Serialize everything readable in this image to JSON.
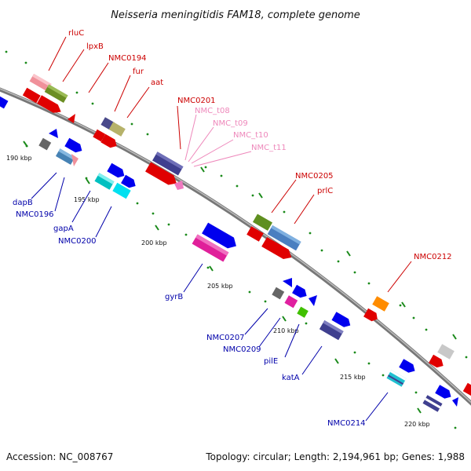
{
  "title": "Neisseria meningitidis FAM18, complete genome",
  "footer": {
    "accession": "Accession: NC_008767",
    "summary": "Topology: circular; Length: 2,194,961 bp; Genes: 1,988"
  },
  "colors": {
    "backbone": "#888888",
    "tick": "#1a8a1a",
    "upper_label": "#cc0000",
    "upper_label_trna": "#ee88bb",
    "lower_label": "#0000aa"
  },
  "ticks": [
    "190 kbp",
    "195 kbp",
    "200 kbp",
    "205 kbp",
    "210 kbp",
    "215 kbp",
    "220 kbp"
  ],
  "gene_labels_upper": [
    "rluC",
    "lpxB",
    "NMC0194",
    "fur",
    "aat",
    "NMC0201",
    "NMC_t08",
    "NMC_t09",
    "NMC_t10",
    "NMC_t11",
    "NMC0205",
    "prlC",
    "NMC0212"
  ],
  "gene_labels_lower": [
    "dapB",
    "NMC0196",
    "gapA",
    "NMC0200",
    "gyrB",
    "NMC0207",
    "NMC0209",
    "pilE",
    "katA",
    "NMC0214"
  ]
}
